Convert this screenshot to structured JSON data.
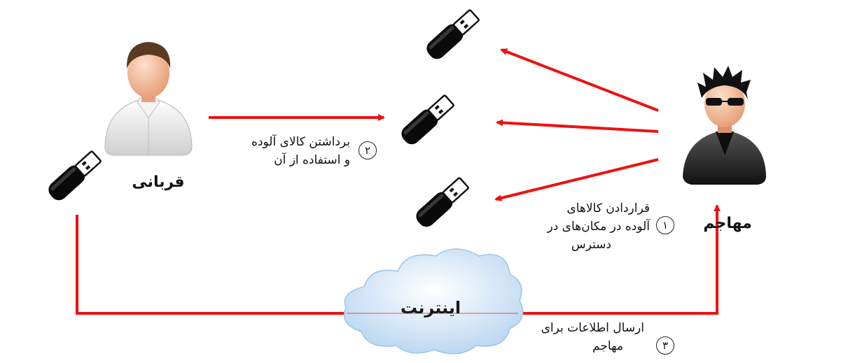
{
  "labels": {
    "victim": "قربانی",
    "attacker": "مهاجم",
    "internet": "اینترنت"
  },
  "steps": [
    {
      "number": "١",
      "line1": "قراردادن کالاهای",
      "line2": "آلوده در مکان‌های در",
      "line3": "دسترس"
    },
    {
      "number": "٢",
      "line1": "برداشتن کالای آلوده",
      "line2": "و استفاده از آن"
    },
    {
      "number": "٣",
      "line1": "ارسال اطلاعات برای",
      "line2": "مهاجم"
    }
  ],
  "colors": {
    "arrow": "#ee1111",
    "usb_body": "#0a0a0a",
    "cloud": "#cfe4f7",
    "skin": "#f2b48f",
    "shirt": "#e9e9e9",
    "jacket": "#2a2a2a"
  },
  "icons": [
    "person-victim-icon",
    "person-attacker-icon",
    "usb-drive-icon",
    "cloud-icon"
  ]
}
